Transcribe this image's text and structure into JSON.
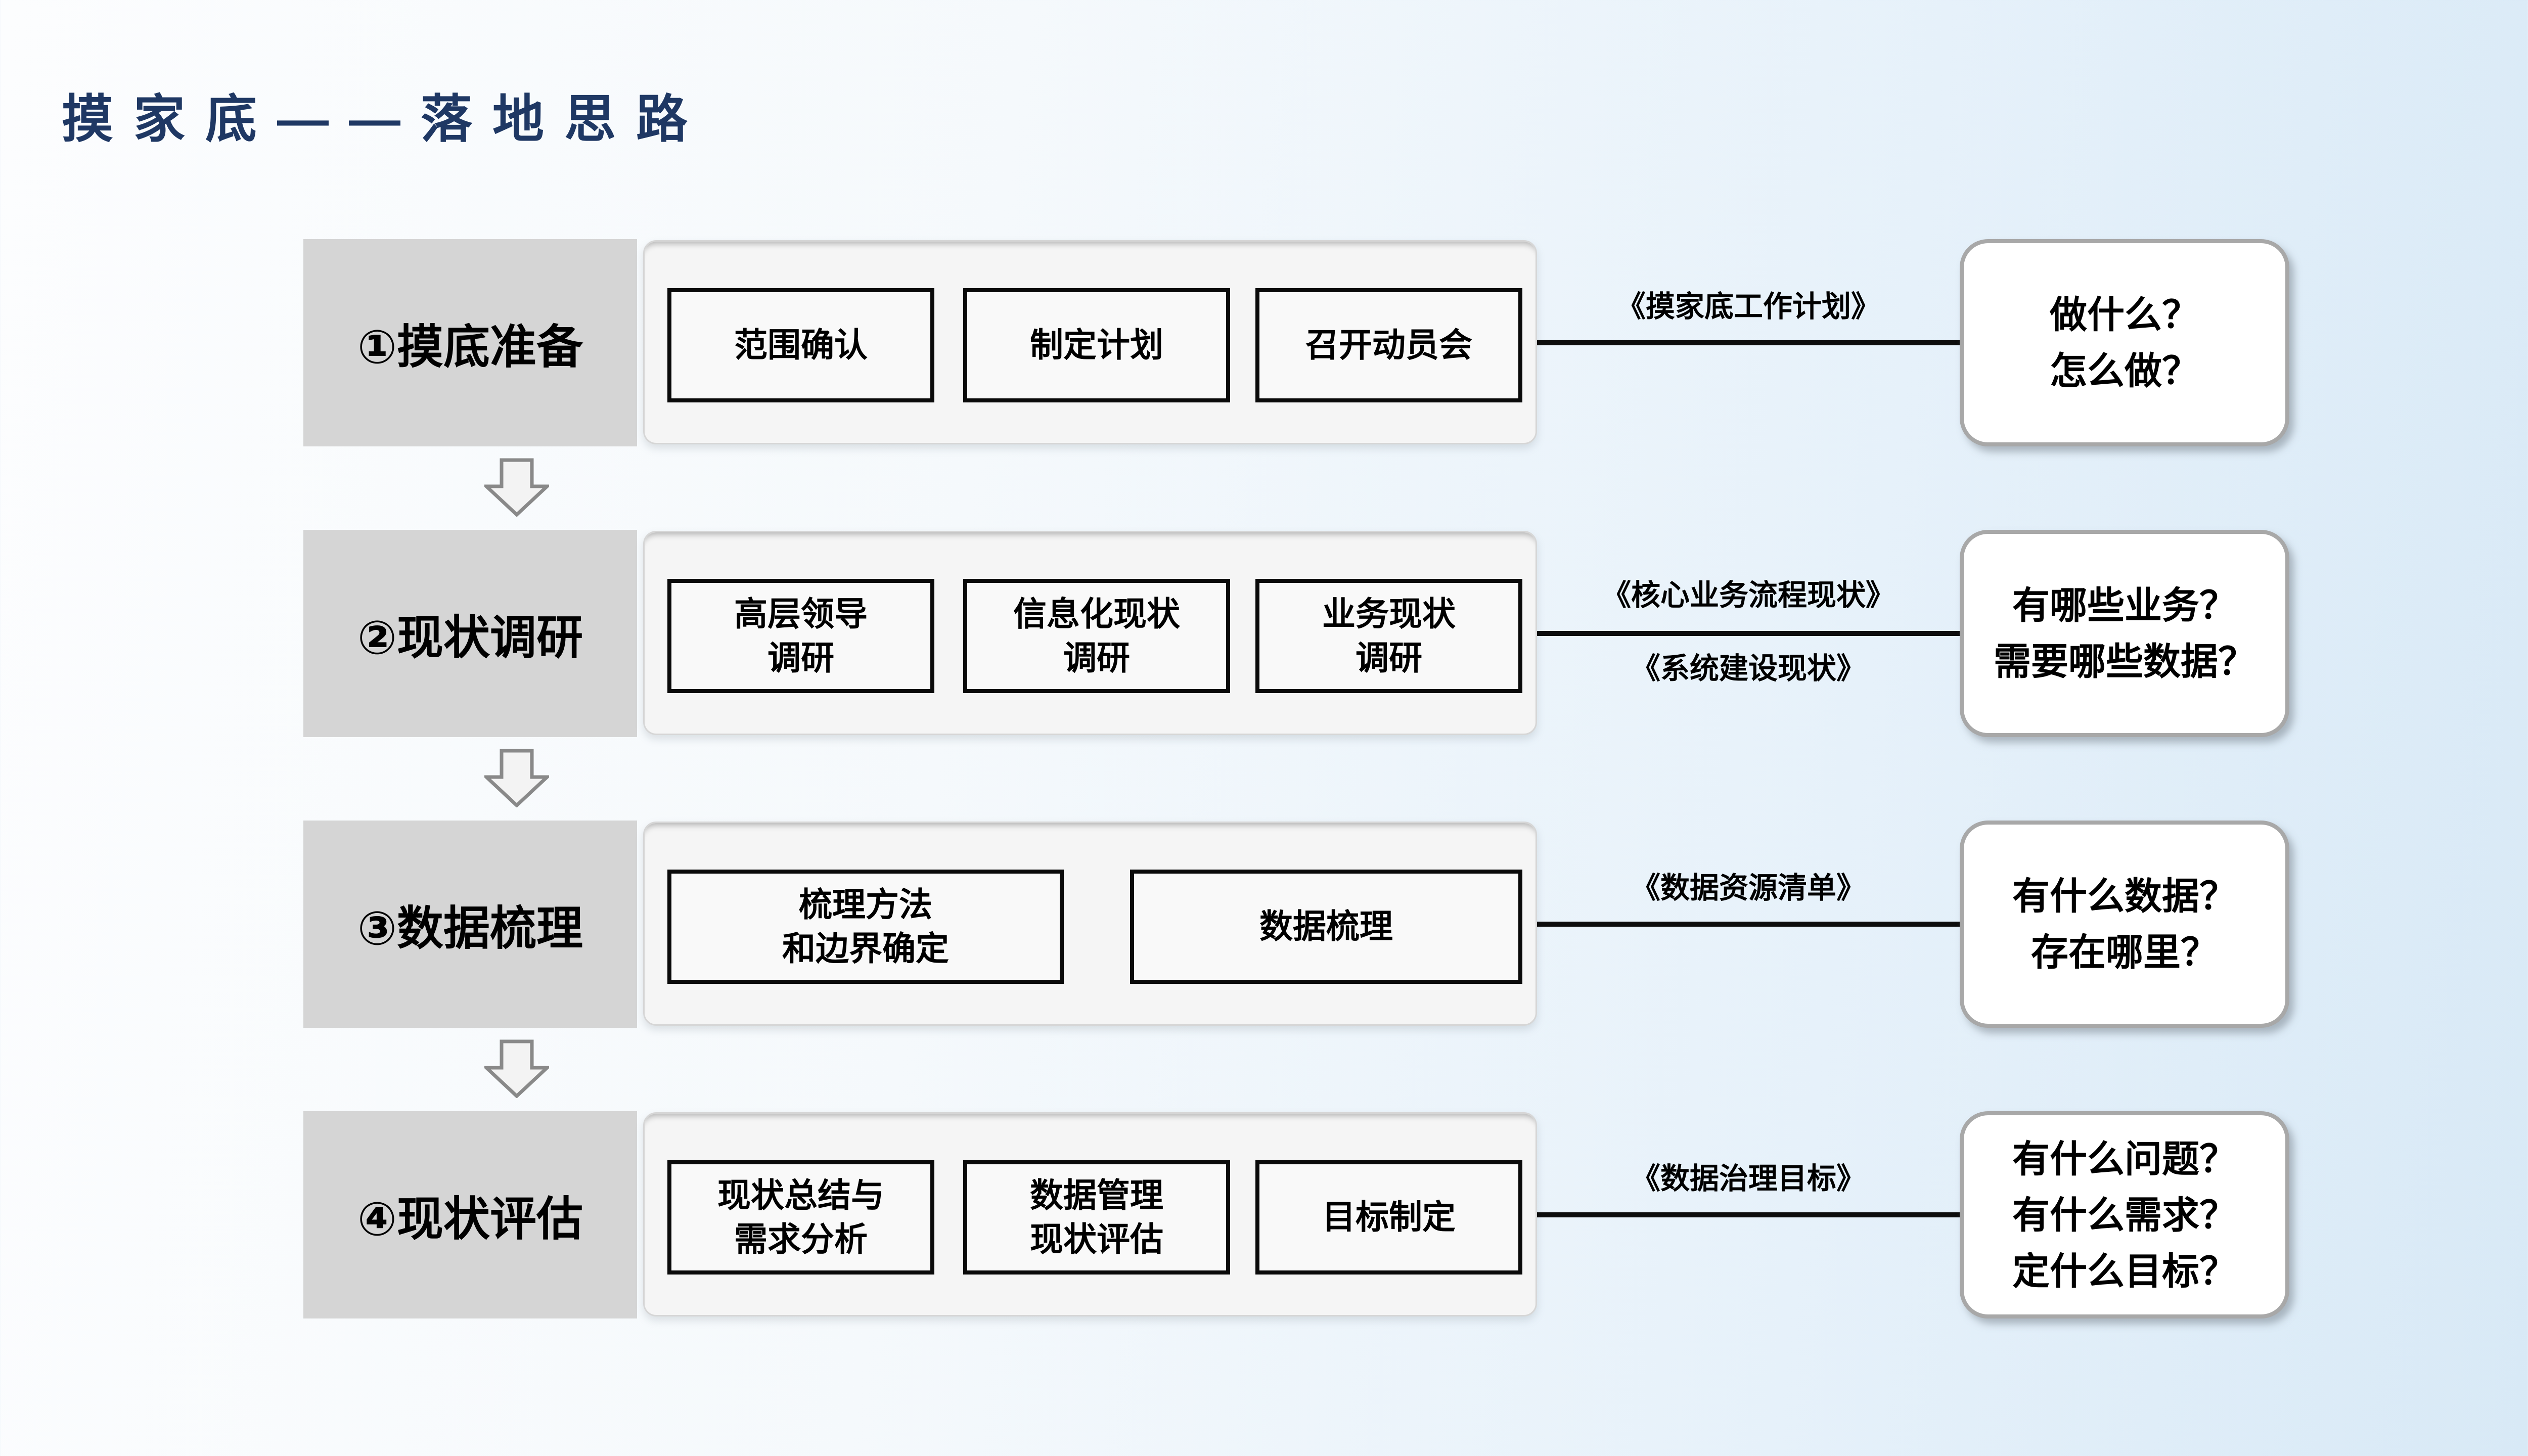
{
  "title": "摸家底——落地思路",
  "colors": {
    "title_text": "#1f3864",
    "stage_box_bg": "#d5d5d5",
    "panel_bg": "#f5f5f5",
    "step_box_border": "#0a0a0a",
    "connector_line": "#0d0d0d",
    "question_box_border": "#a8a8a8",
    "background_left": "#fcfdfe",
    "background_right": "#d8e9f6"
  },
  "rows": [
    {
      "stage": "①摸底准备",
      "steps": [
        {
          "lines": [
            "范围确认"
          ]
        },
        {
          "lines": [
            "制定计划"
          ]
        },
        {
          "lines": [
            "召开动员会"
          ]
        }
      ],
      "docs": [
        "《摸家底工作计划》"
      ],
      "questions": [
        "做什么？",
        "怎么做？"
      ]
    },
    {
      "stage": "②现状调研",
      "steps": [
        {
          "lines": [
            "高层领导",
            "调研"
          ]
        },
        {
          "lines": [
            "信息化现状",
            "调研"
          ]
        },
        {
          "lines": [
            "业务现状",
            "调研"
          ]
        }
      ],
      "docs": [
        "《核心业务流程现状》",
        "《系统建设现状》"
      ],
      "questions": [
        "有哪些业务？",
        "需要哪些数据？"
      ]
    },
    {
      "stage": "③数据梳理",
      "steps": [
        {
          "lines": [
            "梳理方法",
            "和边界确定"
          ]
        },
        {
          "lines": [
            "数据梳理"
          ]
        }
      ],
      "docs": [
        "《数据资源清单》"
      ],
      "questions": [
        "有什么数据？",
        "存在哪里？"
      ]
    },
    {
      "stage": "④现状评估",
      "steps": [
        {
          "lines": [
            "现状总结与",
            "需求分析"
          ]
        },
        {
          "lines": [
            "数据管理",
            "现状评估"
          ]
        },
        {
          "lines": [
            "目标制定"
          ]
        }
      ],
      "docs": [
        "《数据治理目标》"
      ],
      "questions": [
        "有什么问题？",
        "有什么需求？",
        "定什么目标？"
      ]
    }
  ]
}
